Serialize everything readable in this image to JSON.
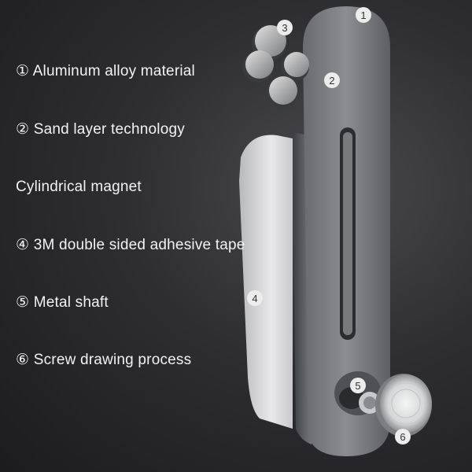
{
  "features": [
    {
      "marker": "①",
      "text": "Aluminum alloy material"
    },
    {
      "marker": "②",
      "text": "Sand layer technology"
    },
    {
      "marker": "",
      "text": "Cylindrical magnet"
    },
    {
      "marker": "④",
      "text": "3M double sided adhesive tape"
    },
    {
      "marker": "⑤",
      "text": "Metal shaft"
    },
    {
      "marker": "⑥",
      "text": "Screw drawing process"
    }
  ],
  "callouts": [
    "1",
    "2",
    "3",
    "4",
    "5",
    "6"
  ]
}
